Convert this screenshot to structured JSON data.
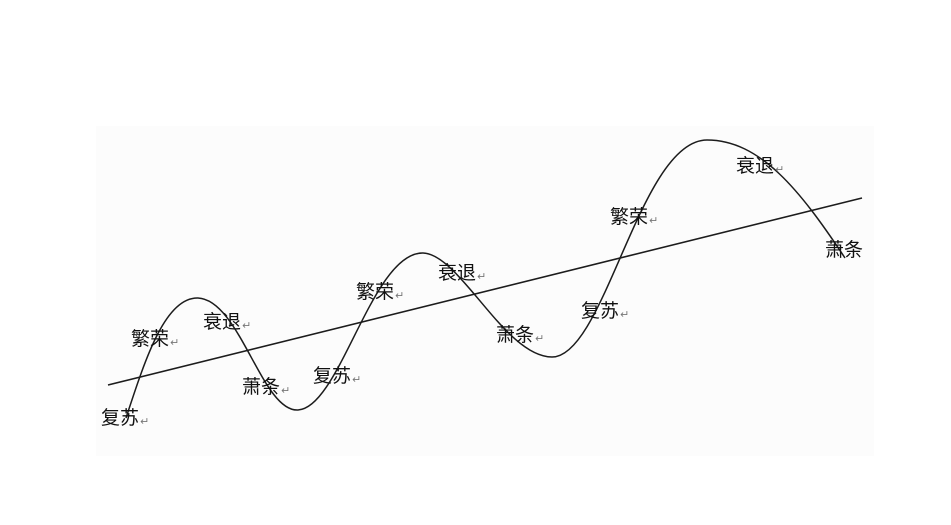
{
  "diagram": {
    "phase_labels": [
      {
        "text": "复苏",
        "return_mark": "↵"
      },
      {
        "text": "繁荣",
        "return_mark": "↵"
      },
      {
        "text": "衰退",
        "return_mark": "↵"
      },
      {
        "text": "萧条",
        "return_mark": "↵"
      },
      {
        "text": "复苏",
        "return_mark": "↵"
      },
      {
        "text": "繁荣",
        "return_mark": "↵"
      },
      {
        "text": "衰退",
        "return_mark": "↵"
      },
      {
        "text": "萧条",
        "return_mark": "↵"
      },
      {
        "text": "复苏",
        "return_mark": "↵"
      },
      {
        "text": "繁荣",
        "return_mark": "↵"
      },
      {
        "text": "衰退",
        "return_mark": "↵"
      },
      {
        "text": "萧条",
        "return_mark": ""
      }
    ],
    "line_color": "#1c1c1c"
  }
}
